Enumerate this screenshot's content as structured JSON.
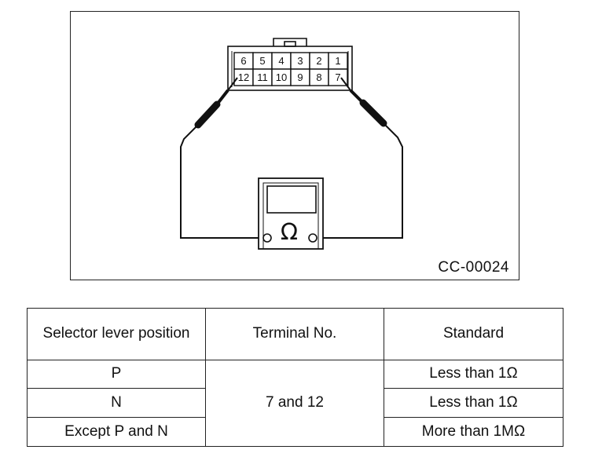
{
  "figure": {
    "code": "CC-00024",
    "connector": {
      "top_row": [
        "6",
        "5",
        "4",
        "3",
        "2",
        "1"
      ],
      "bottom_row": [
        "12",
        "11",
        "10",
        "9",
        "8",
        "7"
      ]
    },
    "meter_symbol": "Ω"
  },
  "table": {
    "headers": {
      "selector": "Selector lever position",
      "terminal": "Terminal No.",
      "standard": "Standard"
    },
    "rows": [
      {
        "position": "P",
        "standard": "Less than 1Ω"
      },
      {
        "position": "N",
        "standard": "Less than 1Ω"
      },
      {
        "position": "Except P and N",
        "standard": "More than 1MΩ"
      }
    ],
    "terminal_value": "7 and 12"
  }
}
